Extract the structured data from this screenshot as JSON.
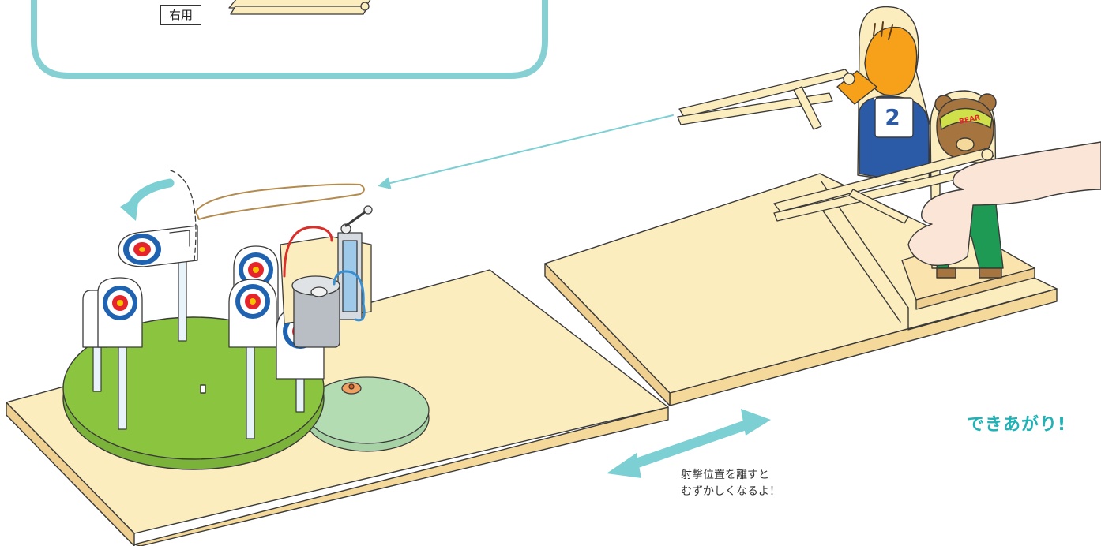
{
  "inset": {
    "right_hand_label": "右用"
  },
  "caption": {
    "finished": "できあがり!"
  },
  "distance_note": {
    "line1": "射撃位置を離すと",
    "line2": "むずかしくなるよ！"
  },
  "tiger": {
    "bib_number": "2"
  },
  "bear": {
    "visor_text": "BEAR"
  },
  "colors": {
    "wood": "#fcedbf",
    "wood_edge": "#f4d99a",
    "outline": "#3a3a3a",
    "accent_teal": "#7ccfd3",
    "turntable_green": "#8bc53f",
    "pulley_green": "#b3dcb3",
    "target_blue": "#1f62b0",
    "target_red": "#e5242b",
    "target_yellow": "#f6c300",
    "tiger_orange": "#f7a11a",
    "bear_brown": "#a5743f",
    "shirt_blue": "#2b5aa6",
    "pants_green": "#1f9a55",
    "hand_skin": "#fbe5d6"
  },
  "icons": [
    "curved-arrow-icon",
    "double-arrow-icon",
    "straight-arrow-icon"
  ]
}
